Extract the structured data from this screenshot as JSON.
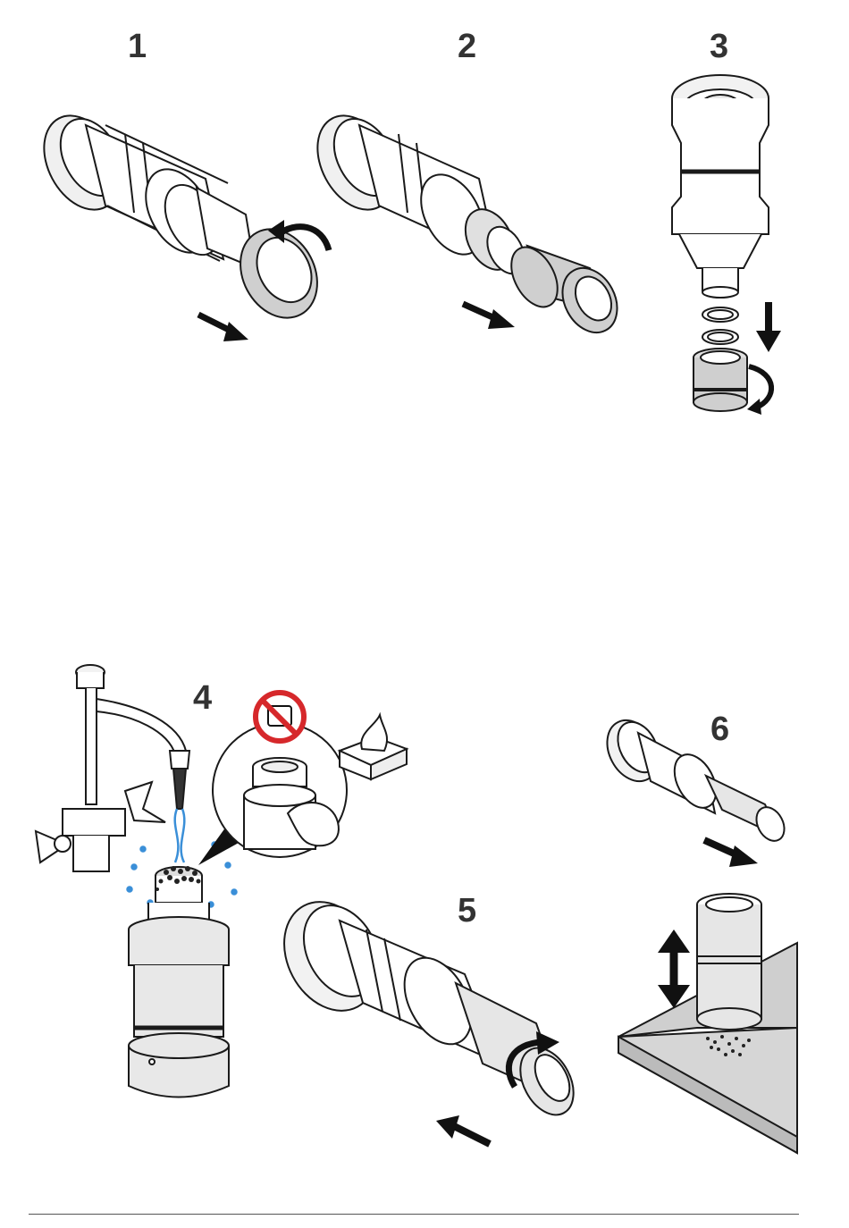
{
  "steps": [
    {
      "number": "1"
    },
    {
      "number": "2"
    },
    {
      "number": "3"
    },
    {
      "number": "4"
    },
    {
      "number": "5"
    },
    {
      "number": "6"
    }
  ],
  "colors": {
    "line": "#1a1a1a",
    "part_fill": "#e6e6e6",
    "part_shade": "#c8c8c8",
    "white": "#ffffff",
    "arrow": "#111111",
    "prohibit_red": "#d6282b",
    "water_blue": "#3a8fd8",
    "surface_gray": "#cfcfcf",
    "debris": "#222222"
  },
  "icons": [
    "straight-arrow-icon",
    "rotate-arrow-icon",
    "prohibited-icon",
    "tissue-box-icon",
    "faucet-icon",
    "water-spray-icon",
    "up-down-arrow-icon"
  ]
}
